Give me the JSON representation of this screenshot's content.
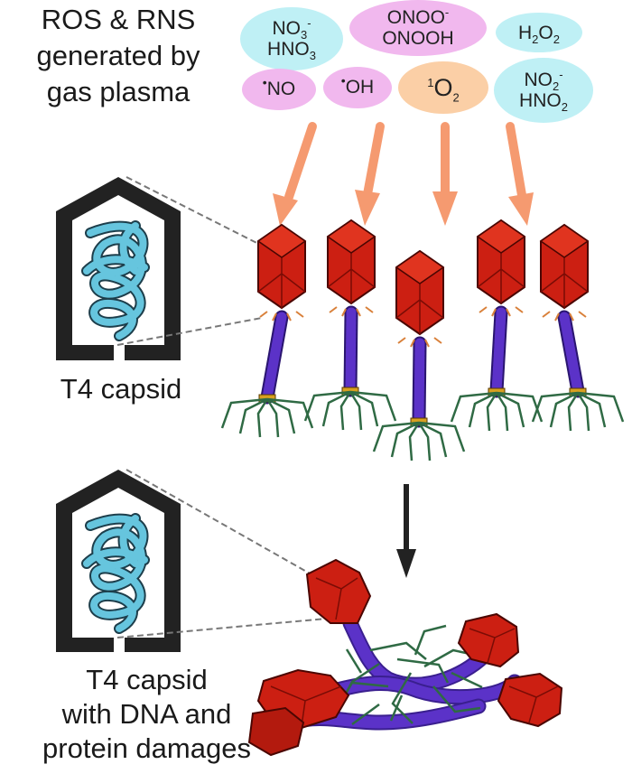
{
  "heading": [
    "ROS & RNS",
    "generated by",
    "gas plasma"
  ],
  "species": [
    {
      "id": "no3",
      "lines": [
        [
          "NO",
          {
            "sub": "3"
          },
          {
            "sup": "-"
          }
        ],
        [
          "HNO",
          {
            "sub": "3"
          }
        ]
      ],
      "color": "#bff0f5"
    },
    {
      "id": "onoo",
      "lines": [
        [
          "ONOO",
          {
            "sup": "-"
          }
        ],
        [
          "ONOOH"
        ]
      ],
      "color": "#f1b8ee"
    },
    {
      "id": "h2o2",
      "lines": [
        [
          "H",
          {
            "sub": "2"
          },
          "O",
          {
            "sub": "2"
          }
        ]
      ],
      "color": "#bff0f5"
    },
    {
      "id": "no",
      "lines": [
        [
          {
            "dot": "•"
          },
          "NO"
        ]
      ],
      "color": "#f1b8ee"
    },
    {
      "id": "oh",
      "lines": [
        [
          {
            "dot": "•"
          },
          "OH"
        ]
      ],
      "color": "#f1b8ee"
    },
    {
      "id": "singlet-o2",
      "lines": [
        [
          {
            "sup": "1"
          },
          "O",
          {
            "sub": "2"
          }
        ]
      ],
      "color": "#fbcfa6"
    },
    {
      "id": "no2",
      "lines": [
        [
          "NO",
          {
            "sub": "2"
          },
          {
            "sup": "-"
          }
        ],
        [
          "HNO",
          {
            "sub": "2"
          }
        ]
      ],
      "color": "#bff0f5"
    }
  ],
  "captions": {
    "top": [
      "T4 capsid"
    ],
    "bottom": [
      "T4 capsid",
      "with DNA and",
      "protein damages"
    ]
  },
  "colors": {
    "cyan_bubble": "#bff0f5",
    "pink_bubble": "#f1b8ee",
    "orange_bubble": "#fbcfa6",
    "arrow_orange": "#f59a70",
    "capsid_frame": "#222222",
    "dna": "#66c5de",
    "phage_head": "#cc1f12",
    "phage_tail": "#5b32c8",
    "tail_fiber": "#2f6a44",
    "arrow_dark": "#222222"
  },
  "icons": [
    "capsid-icon",
    "bacteriophage-icon",
    "damaged-phage-cluster-icon",
    "arrow-icon"
  ]
}
